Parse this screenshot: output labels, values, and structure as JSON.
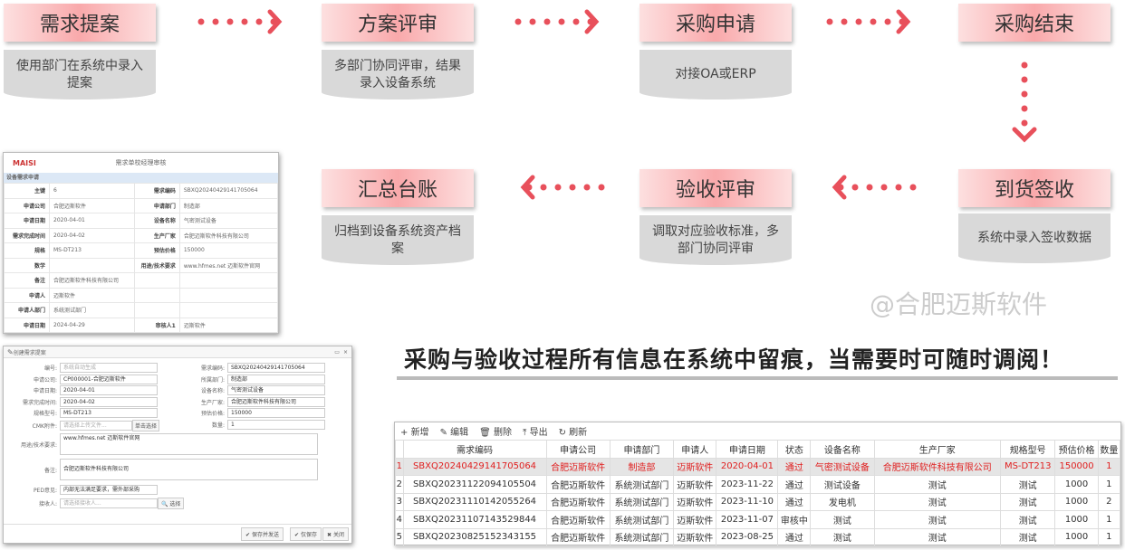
{
  "flow": {
    "steps": [
      {
        "title": "需求提案",
        "desc": "使用部门在系统中录入提案"
      },
      {
        "title": "方案评审",
        "desc": "多部门协同评审，结果录入设备系统"
      },
      {
        "title": "采购申请",
        "desc": "对接OA或ERP"
      },
      {
        "title": "采购结束",
        "desc": ""
      },
      {
        "title": "到货签收",
        "desc": "系统中录入签收数据"
      },
      {
        "title": "验收评审",
        "desc": "调取对应验收标准，多部门协同评审"
      },
      {
        "title": "汇总台账",
        "desc": "归档到设备系统资产档案"
      }
    ],
    "accent": "#e8505b"
  },
  "audit": {
    "logo": "MAISI",
    "title": "需求单校经理审核",
    "section": "设备需求申请",
    "rows": [
      [
        "主键",
        "6",
        "需求编码",
        "SBXQ20240429141705064"
      ],
      [
        "申请公司",
        "合肥迈斯软件",
        "申请部门",
        "制造部"
      ],
      [
        "申请日期",
        "2020-04-01",
        "设备名称",
        "气密测试设备"
      ],
      [
        "需求完成时间",
        "2020-04-02",
        "生产厂家",
        "合肥迈斯软件科技有限公司"
      ],
      [
        "规格",
        "MS-DT213",
        "预估价格",
        "150000"
      ],
      [
        "数学",
        "",
        "用途/技术要求",
        "www.hfmes.net 迈斯软件官网"
      ],
      [
        "备注",
        "合肥迈斯软件科技有限公司",
        "",
        ""
      ],
      [
        "申请人",
        "迈斯软件",
        "",
        ""
      ],
      [
        "申请人部门",
        "系统测试部门",
        "",
        ""
      ],
      [
        "申请日期",
        "2024-04-29",
        "审核人1",
        "迈斯软件"
      ]
    ]
  },
  "form": {
    "title": "创建需求提案",
    "left": [
      {
        "label": "编号:",
        "value": "系统自动生成",
        "ph": true
      },
      {
        "label": "申请公司:",
        "value": "CP000001-合肥迈斯软件"
      },
      {
        "label": "申请日期:",
        "value": "2020-04-01"
      },
      {
        "label": "需求完成时间:",
        "value": "2020-04-02"
      },
      {
        "label": "规格型号:",
        "value": "MS-DT213"
      },
      {
        "label": "CMK附件:",
        "value": "请选择上传文件...",
        "ph": true
      }
    ],
    "right": [
      {
        "label": "需求编码:",
        "value": "SBXQ20240429141705064"
      },
      {
        "label": "所属部门:",
        "value": "制造部"
      },
      {
        "label": "设备名称:",
        "value": "气密测试设备"
      },
      {
        "label": "生产厂家:",
        "value": "合肥迈斯软件科技有限公司"
      },
      {
        "label": "预估价格:",
        "value": "150000"
      },
      {
        "label": "数量:",
        "value": "1"
      }
    ],
    "upload_btn": "单击选择",
    "usage_label": "用途/技术要求:",
    "usage_value": "www.hfmes.net  迈斯软件官网",
    "note_label": "备注:",
    "note_value": "合肥迈斯软件科技有限公司",
    "ped_label": "PED意见:",
    "ped_value": "内部无法满足要求，需外部采购",
    "receiver_label": "接收人:",
    "receiver_ph": "请选择接收人...",
    "select_btn": "选择",
    "buttons": {
      "save_send": "保存并发送",
      "save": "仅保存",
      "close": "关闭"
    }
  },
  "banner": "采购与验收过程所有信息在系统中留痕，当需要时可随时调阅！",
  "grid": {
    "toolbar": [
      "新增",
      "编辑",
      "删除",
      "导出",
      "刷新"
    ],
    "columns": [
      "",
      "需求编码",
      "申请公司",
      "申请部门",
      "申请人",
      "申请日期",
      "状态",
      "设备名称",
      "生产厂家",
      "规格型号",
      "预估价格",
      "数量"
    ],
    "rows": [
      [
        "1",
        "SBXQ20240429141705064",
        "合肥迈斯软件",
        "制造部",
        "迈斯软件",
        "2020-04-01",
        "通过",
        "气密测试设备",
        "合肥迈斯软件科技有限公司",
        "MS-DT213",
        "150000",
        "1"
      ],
      [
        "2",
        "SBXQ20231122094105504",
        "合肥迈斯软件",
        "系统测试部门",
        "迈斯软件",
        "2023-11-22",
        "通过",
        "测试设备",
        "测试",
        "测试",
        "1000",
        "1"
      ],
      [
        "3",
        "SBXQ20231110142055264",
        "合肥迈斯软件",
        "系统测试部门",
        "迈斯软件",
        "2023-11-10",
        "通过",
        "发电机",
        "测试",
        "测试",
        "1000",
        "2"
      ],
      [
        "4",
        "SBXQ20231107143529844",
        "合肥迈斯软件",
        "系统测试部门",
        "迈斯软件",
        "2023-11-07",
        "审核中",
        "测试",
        "测试",
        "测试",
        "1000",
        "1"
      ],
      [
        "5",
        "SBXQ20230825152343155",
        "合肥迈斯软件",
        "系统测试部门",
        "迈斯软件",
        "2023-08-25",
        "通过",
        "测试",
        "测试",
        "测试",
        "1000",
        "1"
      ]
    ]
  },
  "watermark": "@合肥迈斯软件"
}
